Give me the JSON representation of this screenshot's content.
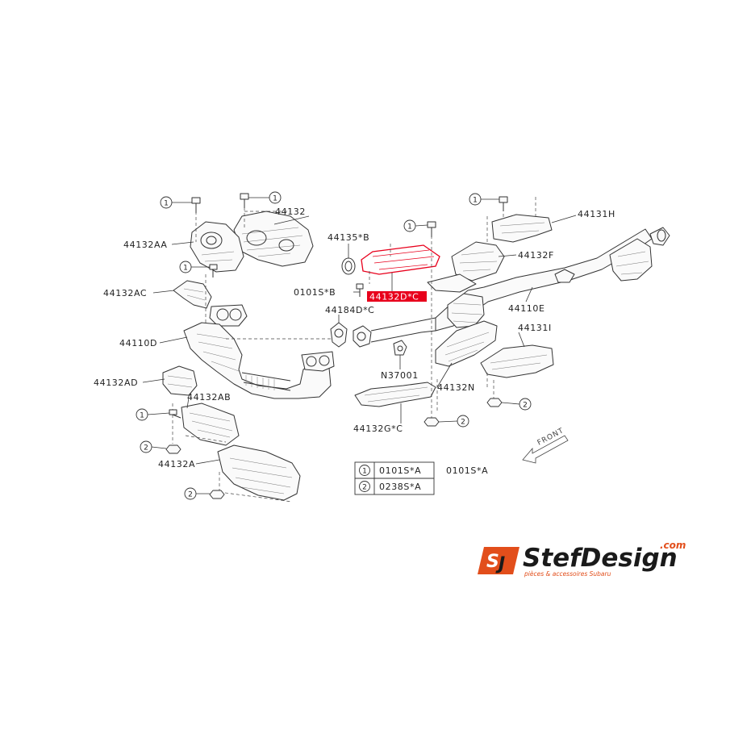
{
  "diagram": {
    "labels": {
      "p44132": "44132",
      "p44132AA": "44132AA",
      "p44132AC": "44132AC",
      "p44110D": "44110D",
      "p44132AD": "44132AD",
      "p44132AB": "44132AB",
      "p44132A": "44132A",
      "p44135B": "44135*B",
      "p0101SB": "0101S*B",
      "p44184DC": "44184D*C",
      "p44132DC": "44132D*C",
      "pN37001": "N37001",
      "p44132GC": "44132G*C",
      "p44132N": "44132N",
      "p44131H": "44131H",
      "p44132F": "44132F",
      "p44110E": "44110E",
      "p44131I": "44131I",
      "front": "FRONT",
      "standalone_ref": "0101S*A"
    },
    "callouts": {
      "one": "1",
      "two": "2"
    },
    "legend": {
      "rows": [
        {
          "symbol": "1",
          "code": "0101S*A"
        },
        {
          "symbol": "2",
          "code": "0238S*A"
        }
      ]
    },
    "highlight_color": "#e8001c"
  },
  "logo": {
    "name": "StefDesign",
    "domain": ".com",
    "tagline": "pièces & accessoires Subaru",
    "accent_color": "#e24e1b"
  }
}
